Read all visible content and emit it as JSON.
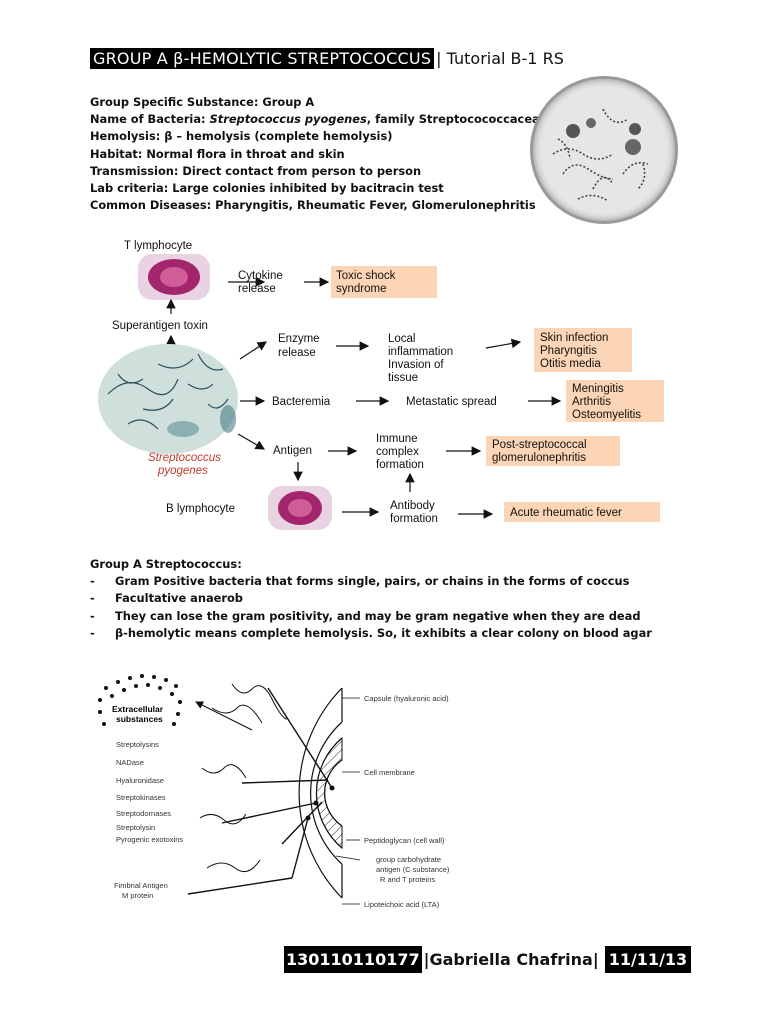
{
  "header": {
    "highlighted_title": "GROUP A β-HEMOLYTIC STREPTOCOCCUS",
    "subtitle": "| Tutorial B-1 RS"
  },
  "info": {
    "gss_label": "Group Specific Substance: ",
    "gss_value": "Group A",
    "name_label": "Name of Bacteria: ",
    "name_italic": "Streptococcus pyogenes",
    "name_rest": ", family Streptocococcaceae)",
    "hemolysis": "Hemolysis: β – hemolysis (complete hemolysis)",
    "habitat": "Habitat: Normal flora in throat and skin",
    "transmission": "Transmission: Direct contact from person to person",
    "lab": "Lab criteria: Large colonies inhibited by bacitracin test",
    "diseases": "Common Diseases: Pharyngitis, Rheumatic Fever, Glomerulonephritis"
  },
  "pathogenesis_diagram": {
    "t_lymphocyte": "T lymphocyte",
    "cytokine": [
      "Cytokine",
      "release"
    ],
    "toxic_shock": [
      "Toxic shock",
      "syndrome"
    ],
    "superantigen": "Superantigen toxin",
    "enzyme": [
      "Enzyme",
      "release"
    ],
    "local": [
      "Local",
      "inflammation",
      "Invasion of",
      "tissue"
    ],
    "skin_box": [
      "Skin infection",
      "Pharyngitis",
      "Otitis media"
    ],
    "bacteremia": "Bacteremia",
    "metastatic": "Metastatic spread",
    "mening_box": [
      "Meningitis",
      "Arthritis",
      "Osteomyelitis"
    ],
    "organism": [
      "Streptococcus",
      "pyogenes"
    ],
    "antigen": "Antigen",
    "immune": [
      "Immune",
      "complex",
      "formation"
    ],
    "psg_box": [
      "Post-streptococcal",
      "glomerulonephritis"
    ],
    "b_lymphocyte": "B lymphocyte",
    "antibody": [
      "Antibody",
      "formation"
    ],
    "arf_box": "Acute rheumatic fever"
  },
  "group_a": {
    "heading": "Group A Streptococcus:",
    "bullets": [
      "Gram Positive bacteria that forms single, pairs, or chains in the forms of coccus",
      "Facultative anaerob",
      "They can lose the gram positivity, and may be gram negative when they are dead",
      "β-hemolytic means complete hemolysis. So, it exhibits a clear colony on blood agar"
    ]
  },
  "structure_diagram": {
    "extracellular": [
      "Extracellular",
      "substances"
    ],
    "list": [
      "Streptolysins",
      "NADase",
      "Hyaluronidase",
      "Streptokinases",
      "Streptodornases",
      "Streptolysin",
      "Pyrogenic exotoxins"
    ],
    "capsule": "Capsule (hyaluronic acid)",
    "membrane": "Cell membrane",
    "peptidoglycan": "Peptidoglycan (cell wall)",
    "carbohydrate": [
      "group carbohydrate",
      "antigen (C substance)",
      "R and T proteins"
    ],
    "lta": "Lipoteichoic acid (LTA)",
    "fimbrial": [
      "Fimbrial Antigen",
      "M protein"
    ]
  },
  "footer": {
    "id": "130110110177",
    "name": "|Gabriella Chafrina|",
    "date": "11/11/13"
  },
  "colors": {
    "box": "#fbd5b5",
    "organism_text": "#c0392b"
  }
}
